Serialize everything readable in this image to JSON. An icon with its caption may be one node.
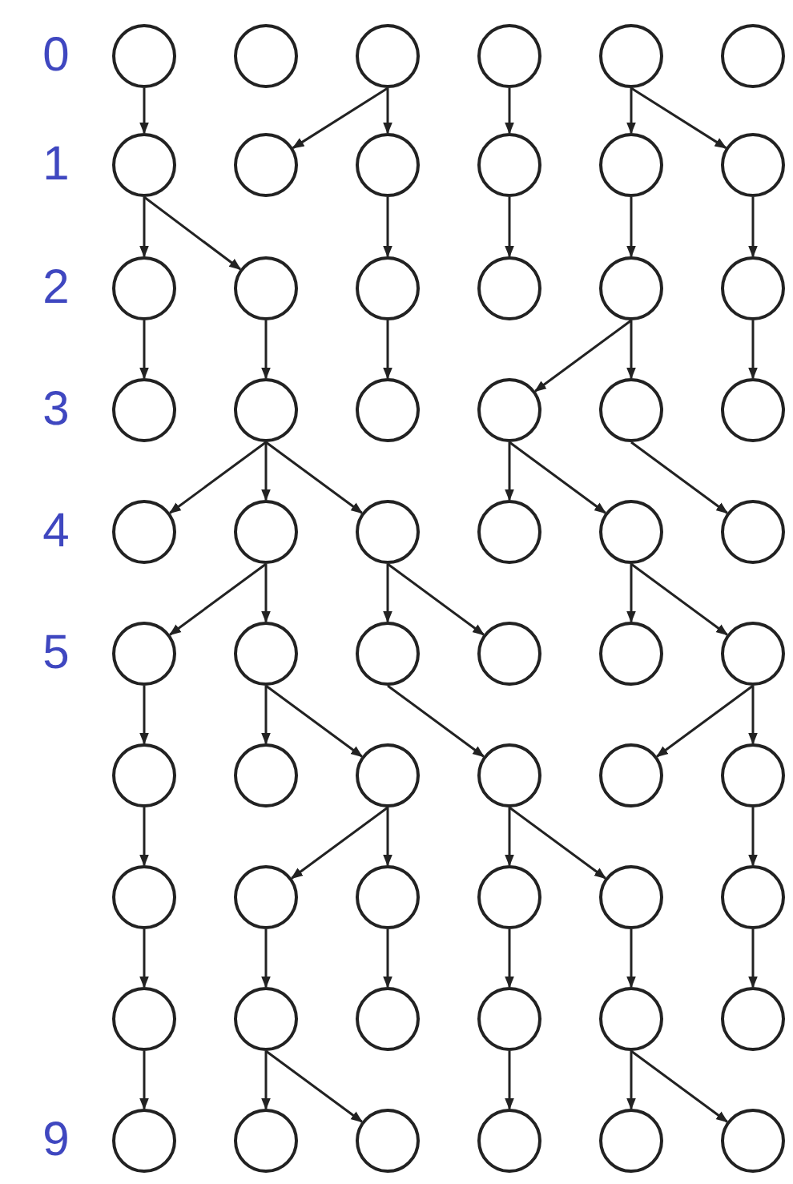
{
  "diagram": {
    "nodes": [
      {
        "text": [],
        "shape": "circle"
      },
      {
        "text": [],
        "shape": "circle"
      },
      {
        "text": [],
        "shape": "circle"
      },
      {
        "text": [],
        "shape": "circle"
      },
      {
        "text": [],
        "shape": "circle"
      },
      {
        "text": [],
        "shape": "circle"
      },
      {
        "text": [],
        "shape": "circle"
      },
      {
        "text": [],
        "shape": "circle"
      },
      {
        "text": [],
        "shape": "circle"
      },
      {
        "text": [],
        "shape": "circle"
      },
      {
        "text": [],
        "shape": "circle"
      },
      {
        "text": [],
        "shape": "circle"
      },
      {
        "text": [],
        "shape": "circle"
      },
      {
        "text": [],
        "shape": "circle"
      },
      {
        "text": [],
        "shape": "circle"
      },
      {
        "text": [],
        "shape": "circle"
      },
      {
        "text": [],
        "shape": "circle"
      },
      {
        "text": [],
        "shape": "circle"
      },
      {
        "text": [],
        "shape": "circle"
      },
      {
        "text": [],
        "shape": "circle"
      },
      {
        "text": [],
        "shape": "circle"
      },
      {
        "text": [],
        "shape": "circle"
      },
      {
        "text": [],
        "shape": "circle"
      },
      {
        "text": [],
        "shape": "circle"
      },
      {
        "text": [],
        "shape": "circle"
      },
      {
        "text": [],
        "shape": "circle"
      },
      {
        "text": [],
        "shape": "circle"
      },
      {
        "text": [],
        "shape": "circle"
      },
      {
        "text": [],
        "shape": "circle"
      },
      {
        "text": [],
        "shape": "circle"
      },
      {
        "text": [],
        "shape": "circle"
      },
      {
        "text": [],
        "shape": "circle"
      },
      {
        "text": [],
        "shape": "circle"
      },
      {
        "text": [],
        "shape": "circle"
      },
      {
        "text": [],
        "shape": "circle"
      },
      {
        "text": [],
        "shape": "circle"
      },
      {
        "text": [],
        "shape": "circle"
      },
      {
        "text": [],
        "shape": "circle"
      },
      {
        "text": [],
        "shape": "circle"
      },
      {
        "text": [],
        "shape": "circle"
      },
      {
        "text": [],
        "shape": "circle"
      },
      {
        "text": [],
        "shape": "circle"
      },
      {
        "text": [],
        "shape": "circle"
      },
      {
        "text": [],
        "shape": "circle"
      },
      {
        "text": [],
        "shape": "circle"
      },
      {
        "text": [],
        "shape": "circle"
      },
      {
        "text": [],
        "shape": "circle"
      },
      {
        "text": [],
        "shape": "circle"
      },
      {
        "text": [],
        "shape": "circle"
      },
      {
        "text": [],
        "shape": "circle"
      },
      {
        "text": [],
        "shape": "circle"
      },
      {
        "text": [],
        "shape": "circle"
      },
      {
        "text": [],
        "shape": "circle"
      },
      {
        "text": [],
        "shape": "circle"
      },
      {
        "text": [],
        "shape": "circle"
      },
      {
        "text": [],
        "shape": "circle"
      },
      {
        "text": [],
        "shape": "circle"
      },
      {
        "text": [],
        "shape": "circle"
      },
      {
        "text": [],
        "shape": "circle"
      },
      {
        "text": [],
        "shape": "circle"
      }
    ],
    "edges": [
      {
        "from": 0,
        "to": 6,
        "arrow": "to"
      },
      {
        "from": 2,
        "to": 7,
        "arrow": "to"
      },
      {
        "from": 2,
        "to": 8,
        "arrow": "to"
      },
      {
        "from": 3,
        "to": 9,
        "arrow": "to"
      },
      {
        "from": 4,
        "to": 10,
        "arrow": "to"
      },
      {
        "from": 4,
        "to": 11,
        "arrow": "to"
      },
      {
        "from": 6,
        "to": 12,
        "arrow": "to"
      },
      {
        "from": 6,
        "to": 13,
        "arrow": "to"
      },
      {
        "from": 8,
        "to": 14,
        "arrow": "to"
      },
      {
        "from": 9,
        "to": 15,
        "arrow": "to"
      },
      {
        "from": 10,
        "to": 16,
        "arrow": "to"
      },
      {
        "from": 11,
        "to": 17,
        "arrow": "to"
      },
      {
        "from": 12,
        "to": 18,
        "arrow": "to"
      },
      {
        "from": 13,
        "to": 19,
        "arrow": "to"
      },
      {
        "from": 14,
        "to": 20,
        "arrow": "to"
      },
      {
        "from": 16,
        "to": 21,
        "arrow": "to"
      },
      {
        "from": 16,
        "to": 22,
        "arrow": "to"
      },
      {
        "from": 17,
        "to": 23,
        "arrow": "to"
      },
      {
        "from": 19,
        "to": 24,
        "arrow": "to"
      },
      {
        "from": 19,
        "to": 25,
        "arrow": "to"
      },
      {
        "from": 19,
        "to": 26,
        "arrow": "to"
      },
      {
        "from": 21,
        "to": 27,
        "arrow": "to"
      },
      {
        "from": 21,
        "to": 28,
        "arrow": "to"
      },
      {
        "from": 22,
        "to": 29,
        "arrow": "to"
      },
      {
        "from": 25,
        "to": 30,
        "arrow": "to"
      },
      {
        "from": 25,
        "to": 31,
        "arrow": "to"
      },
      {
        "from": 26,
        "to": 32,
        "arrow": "to"
      },
      {
        "from": 26,
        "to": 33,
        "arrow": "to"
      },
      {
        "from": 28,
        "to": 34,
        "arrow": "to"
      },
      {
        "from": 28,
        "to": 35,
        "arrow": "to"
      },
      {
        "from": 30,
        "to": 36,
        "arrow": "to"
      },
      {
        "from": 31,
        "to": 37,
        "arrow": "to"
      },
      {
        "from": 31,
        "to": 38,
        "arrow": "to"
      },
      {
        "from": 32,
        "to": 39,
        "arrow": "to"
      },
      {
        "from": 35,
        "to": 40,
        "arrow": "to"
      },
      {
        "from": 35,
        "to": 41,
        "arrow": "to"
      },
      {
        "from": 36,
        "to": 42,
        "arrow": "to"
      },
      {
        "from": 38,
        "to": 43,
        "arrow": "to"
      },
      {
        "from": 38,
        "to": 44,
        "arrow": "to"
      },
      {
        "from": 39,
        "to": 45,
        "arrow": "to"
      },
      {
        "from": 39,
        "to": 46,
        "arrow": "to"
      },
      {
        "from": 41,
        "to": 47,
        "arrow": "to"
      },
      {
        "from": 42,
        "to": 48,
        "arrow": "to"
      },
      {
        "from": 43,
        "to": 49,
        "arrow": "to"
      },
      {
        "from": 44,
        "to": 50,
        "arrow": "to"
      },
      {
        "from": 45,
        "to": 51,
        "arrow": "to"
      },
      {
        "from": 46,
        "to": 52,
        "arrow": "to"
      },
      {
        "from": 47,
        "to": 53,
        "arrow": "to"
      },
      {
        "from": 48,
        "to": 54,
        "arrow": "to"
      },
      {
        "from": 49,
        "to": 55,
        "arrow": "to"
      },
      {
        "from": 49,
        "to": 56,
        "arrow": "to"
      },
      {
        "from": 51,
        "to": 57,
        "arrow": "to"
      },
      {
        "from": 52,
        "to": 58,
        "arrow": "to"
      },
      {
        "from": 52,
        "to": 59,
        "arrow": "to"
      }
    ],
    "labels": [
      "0",
      "1",
      "2",
      "3",
      "4",
      "5",
      "9"
    ]
  }
}
